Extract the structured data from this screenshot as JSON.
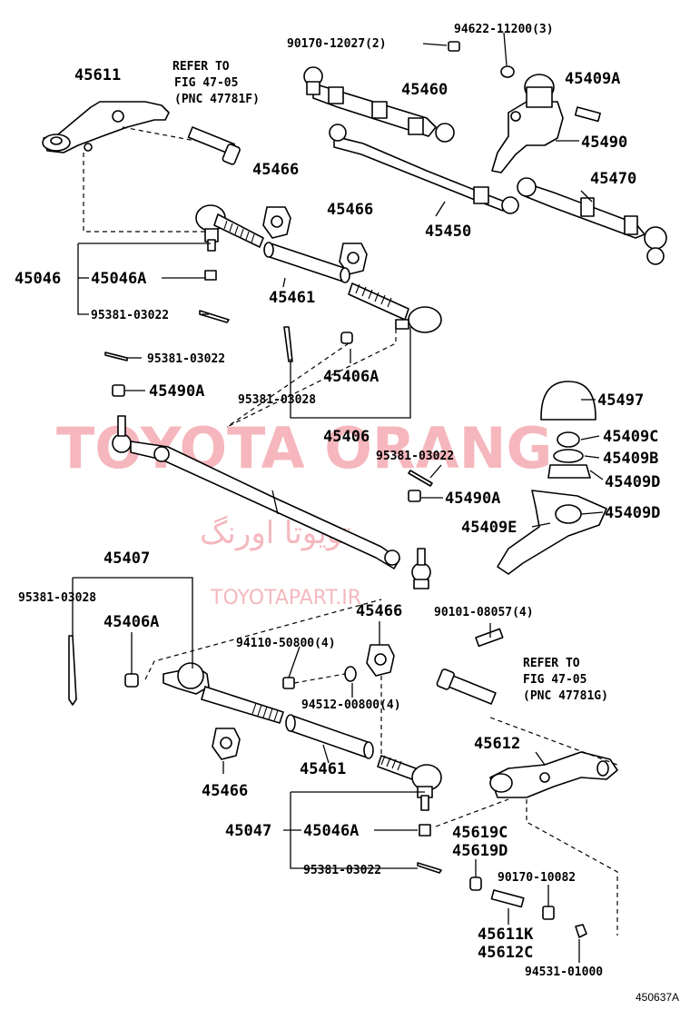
{
  "diagram": {
    "figure_code": "450637A",
    "watermark": {
      "brand": "TOYOTA ORANG",
      "persian": "تویوتا اورنگ",
      "site": "TOYOTAPART.IR"
    },
    "references": {
      "upper": [
        "REFER TO",
        "FIG 47-05",
        "(PNC 47781F)"
      ],
      "lower": [
        "REFER TO",
        "FIG 47-05",
        "(PNC 47781G)"
      ]
    },
    "labels": {
      "p45611": "45611",
      "p90170_12027": "90170-12027(2)",
      "p94622_11200": "94622-11200(3)",
      "p45460": "45460",
      "p45409A": "45409A",
      "p45490": "45490",
      "p45466_a": "45466",
      "p45466_b": "45466",
      "p45470": "45470",
      "p45450": "45450",
      "p45046": "45046",
      "p45046A_a": "45046A",
      "p45461_a": "45461",
      "p95381_03022_a": "95381-03022",
      "p95381_03022_b": "95381-03022",
      "p45406A_a": "45406A",
      "p95381_03028_a": "95381-03028",
      "p45490A_a": "45490A",
      "p45497": "45497",
      "p45406": "45406",
      "p45409C": "45409C",
      "p95381_03022_c": "95381-03022",
      "p45409B": "45409B",
      "p45409D_a": "45409D",
      "p45490A_b": "45490A",
      "p45409D_b": "45409D",
      "p45409E": "45409E",
      "p45407": "45407",
      "p95381_03028_b": "95381-03028",
      "p45466_c": "45466",
      "p90101_08057": "90101-08057(4)",
      "p45406A_b": "45406A",
      "p94110_50800": "94110-50800(4)",
      "p94512_00800": "94512-00800(4)",
      "p45612": "45612",
      "p45466_d": "45466",
      "p45461_b": "45461",
      "p45047": "45047",
      "p45046A_b": "45046A",
      "p45619C": "45619C",
      "p45619D": "45619D",
      "p95381_03022_d": "95381-03022",
      "p90170_10082": "90170-10082",
      "p45611K": "45611K",
      "p45612C": "45612C",
      "p94531_01000": "94531-01000"
    }
  }
}
